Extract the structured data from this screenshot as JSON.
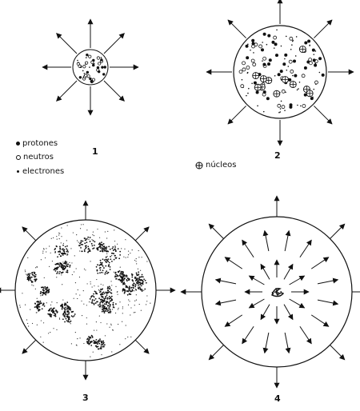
{
  "figure": {
    "panels": [
      {
        "id": "1",
        "label": "1"
      },
      {
        "id": "2",
        "label": "2"
      },
      {
        "id": "3",
        "label": "3"
      },
      {
        "id": "4",
        "label": "4"
      }
    ],
    "legend": {
      "protons": "protones",
      "neutrons": "neutros",
      "electrons": "electrones",
      "nuclei": "núcleos"
    },
    "icons": [
      "proton-dot-icon",
      "neutron-ring-icon",
      "electron-small-dot-icon",
      "nucleus-crossed-circle-icon",
      "arrow-icon"
    ]
  }
}
